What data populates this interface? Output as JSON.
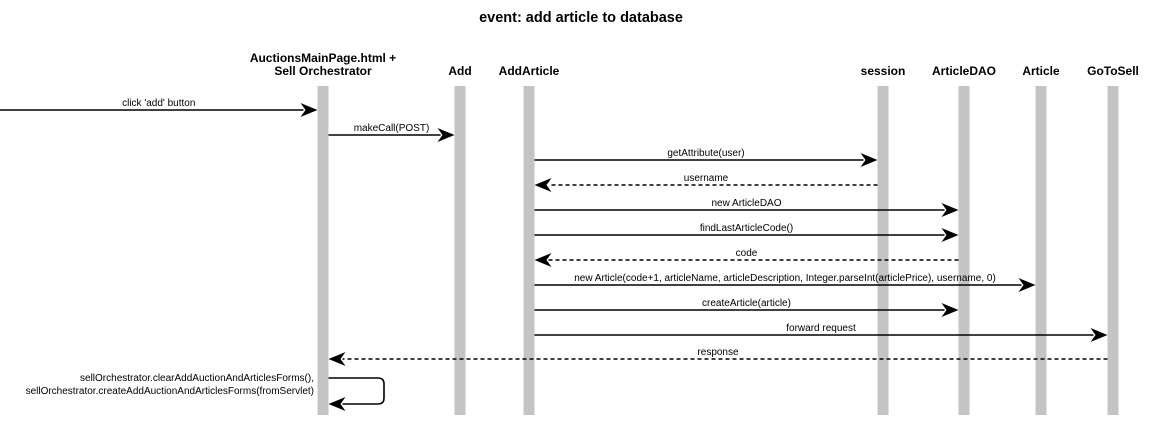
{
  "title": "event: add article to database",
  "participants": [
    {
      "id": "main",
      "lines": [
        "AuctionsMainPage.html +",
        "Sell Orchestrator"
      ]
    },
    {
      "id": "add",
      "lines": [
        "Add"
      ]
    },
    {
      "id": "addarticle",
      "lines": [
        "AddArticle"
      ]
    },
    {
      "id": "session",
      "lines": [
        "session"
      ]
    },
    {
      "id": "articledao",
      "lines": [
        "ArticleDAO"
      ]
    },
    {
      "id": "article",
      "lines": [
        "Article"
      ]
    },
    {
      "id": "gotosell",
      "lines": [
        "GoToSell"
      ]
    }
  ],
  "messages": [
    {
      "from": "external",
      "to": "main",
      "label": "click 'add' button",
      "style": "solid"
    },
    {
      "from": "main",
      "to": "add",
      "label": "makeCall(POST)",
      "style": "solid"
    },
    {
      "from": "addarticle",
      "to": "session",
      "label": "getAttribute(user)",
      "style": "solid"
    },
    {
      "from": "session",
      "to": "addarticle",
      "label": "username",
      "style": "dashed"
    },
    {
      "from": "addarticle",
      "to": "articledao",
      "label": "new ArticleDAO",
      "style": "solid"
    },
    {
      "from": "addarticle",
      "to": "articledao",
      "label": "findLastArticleCode()",
      "style": "solid"
    },
    {
      "from": "articledao",
      "to": "addarticle",
      "label": "code",
      "style": "dashed"
    },
    {
      "from": "addarticle",
      "to": "article",
      "label": "new Article(code+1, articleName, articleDescription, Integer.parseInt(articlePrice), username, 0)",
      "style": "solid"
    },
    {
      "from": "addarticle",
      "to": "articledao",
      "label": "createArticle(article)",
      "style": "solid"
    },
    {
      "from": "addarticle",
      "to": "gotosell",
      "label": "forward request",
      "style": "solid"
    },
    {
      "from": "gotosell",
      "to": "main",
      "label": "response",
      "style": "dashed"
    }
  ],
  "self_call": {
    "on": "main",
    "lines": [
      "sellOrchestrator.clearAddAuctionAndArticlesForms(),",
      "sellOrchestrator.createAddAuctionAndArticlesForms(fromServlet)"
    ]
  }
}
